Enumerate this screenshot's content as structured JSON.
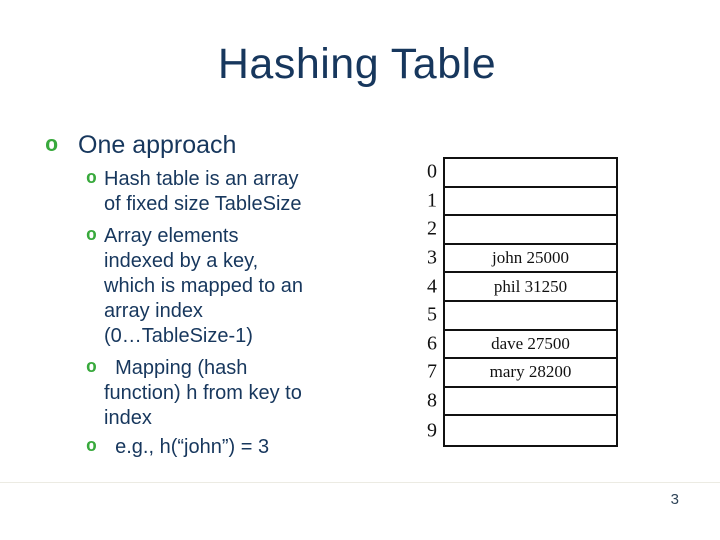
{
  "slide": {
    "title": "Hashing Table",
    "page_number": "3"
  },
  "colors": {
    "text_navy": "#17375D",
    "bullet_green": "#38A93C",
    "diagram_line": "#111111",
    "footer_rule": "#ECEBE3"
  },
  "outline": {
    "level1": {
      "marker": "o",
      "text": "One approach"
    },
    "items": [
      {
        "marker": "o",
        "lines": [
          "Hash table is an array",
          "of fixed size TableSize"
        ]
      },
      {
        "marker": "o",
        "lines": [
          "Array elements",
          "indexed by a key,",
          "which is mapped to an",
          "array index",
          "(0…TableSize-1)"
        ]
      },
      {
        "marker": "o",
        "lines": [
          "  Mapping (hash",
          "function) h from key to",
          "index"
        ]
      },
      {
        "marker": "o",
        "lines": [
          "  e.g., h(“john”) = 3"
        ]
      }
    ]
  },
  "hash_table_diagram": {
    "rows": [
      {
        "index": "0",
        "value": ""
      },
      {
        "index": "1",
        "value": ""
      },
      {
        "index": "2",
        "value": ""
      },
      {
        "index": "3",
        "value": "john 25000"
      },
      {
        "index": "4",
        "value": "phil 31250"
      },
      {
        "index": "5",
        "value": ""
      },
      {
        "index": "6",
        "value": "dave 27500"
      },
      {
        "index": "7",
        "value": "mary 28200"
      },
      {
        "index": "8",
        "value": ""
      },
      {
        "index": "9",
        "value": ""
      }
    ]
  }
}
